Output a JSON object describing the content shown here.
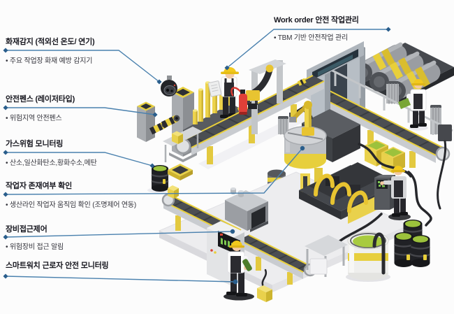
{
  "labels": {
    "fire": {
      "title": "화재감지 (적외선 온도/ 연기)",
      "bullet": "• 주요 작업장 화재 예방 감지기"
    },
    "fence": {
      "title": "안전펜스 (레이저타입)",
      "bullet": "• 위험지역 안전펜스"
    },
    "gas": {
      "title": "가스위험 모니터링",
      "bullet": "• 산소,일산화탄소,황화수소,메탄"
    },
    "presence": {
      "title": "작업자 존재여부 확인",
      "bullet": "• 생산라인 작업자 움직임 확인 (조명제어 연동)"
    },
    "equipment": {
      "title": "장비접근제어",
      "bullet": "• 위험장비 접근 알림"
    },
    "smartwatch": {
      "title": "스마트워치 근로자 안전 모니터링"
    },
    "workorder": {
      "title": "Work order 안전 작업관리",
      "bullet": "• TBM 기반 안전작업 관리"
    }
  },
  "colors": {
    "background": "#fcfcfc",
    "leader_line": "#4a81ae",
    "leader_dot": "#2a5e8c",
    "heading_text": "#17171f",
    "bullet_text": "#33333b",
    "machine_yellow": "#e8cf3a",
    "safety_green": "#9cc23c",
    "alert_red": "#e04038",
    "belt_grey": "#4b4e52",
    "charcoal": "#3e4146"
  }
}
